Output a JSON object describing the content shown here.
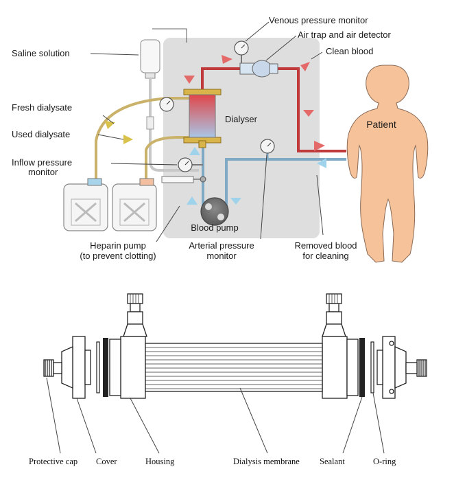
{
  "top_diagram": {
    "labels": {
      "venous_pressure_monitor": "Venous pressure monitor",
      "air_trap_detector": "Air trap and air detector",
      "clean_blood": "Clean blood",
      "saline_solution": "Saline solution",
      "fresh_dialysate": "Fresh dialysate",
      "used_dialysate": "Used dialysate",
      "dialyser": "Dialyser",
      "patient": "Patient",
      "inflow_pressure_monitor_line1": "Inflow pressure",
      "inflow_pressure_monitor_line2": "monitor",
      "blood_pump": "Blood pump",
      "heparin_pump_line1": "Heparin pump",
      "heparin_pump_line2": "(to prevent clotting)",
      "arterial_pressure_monitor_line1": "Arterial pressure",
      "arterial_pressure_monitor_line2": "monitor",
      "removed_blood_line1": "Removed blood",
      "removed_blood_line2": "for cleaning"
    },
    "colors": {
      "clean_blood_line": "#c0393b",
      "removed_blood_line": "#7fa9c4",
      "dialysate_line": "#cbb26a",
      "machine_panel": "#dedede",
      "patient_skin": "#f6c29a",
      "arrow_red": "#e46a6a",
      "arrow_blue": "#9fd3ec",
      "arrow_yellow": "#d9c24a"
    }
  },
  "bottom_diagram": {
    "labels": {
      "protective_cap": "Protective cap",
      "cover": "Cover",
      "housing": "Housing",
      "dialysis_membrane": "Dialysis membrane",
      "sealant": "Sealant",
      "o_ring": "O-ring"
    }
  }
}
